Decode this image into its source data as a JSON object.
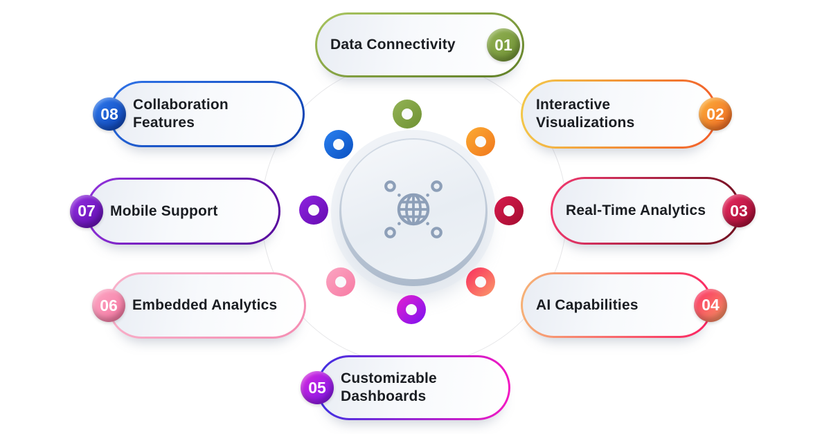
{
  "figure": {
    "type": "hub-and-spoke-infographic",
    "center_icon": "globe-network-icon",
    "center_icon_color": "#8d9fb8",
    "ring_color": "#e6e6e8"
  },
  "items": [
    {
      "number": "01",
      "label": "Data Connectivity",
      "accent": "#7d9c3a",
      "border": [
        "#a9c55f",
        "#5f7e26"
      ],
      "badge": [
        "#95b457",
        "#6c8e30"
      ],
      "dot": [
        "#93b356",
        "#6f9133"
      ]
    },
    {
      "number": "02",
      "label": "Interactive Visualizations",
      "accent": "#f1731f",
      "border": [
        "#f3ca4a",
        "#f25c28"
      ],
      "badge": [
        "#fcb23a",
        "#ef6423"
      ],
      "dot": [
        "#fcab33",
        "#f0771d"
      ]
    },
    {
      "number": "03",
      "label": "Real-Time Analytics",
      "accent": "#b80e36",
      "border": [
        "#f43a70",
        "#6e0f1e"
      ],
      "badge": [
        "#ee2d64",
        "#97082b"
      ],
      "dot": [
        "#d81b4e",
        "#a30c30"
      ]
    },
    {
      "number": "04",
      "label": "AI Capabilities",
      "accent": "#f9315f",
      "border": [
        "#f6b577",
        "#fa2062"
      ],
      "badge": [
        "#fa2f67",
        "#f89a60"
      ],
      "dot": [
        "#f92d5e",
        "#fa9a6a"
      ]
    },
    {
      "number": "05",
      "label": "Customizable Dashboards",
      "accent": "#b21ad6",
      "border": [
        "#3c2fe2",
        "#f318c2"
      ],
      "badge": [
        "#d829dd",
        "#7b15ea"
      ],
      "dot": [
        "#e51fd0",
        "#7a12f0"
      ]
    },
    {
      "number": "06",
      "label": "Embedded Analytics",
      "accent": "#f584ab",
      "border": [
        "#f8b3cb",
        "#f58cb2"
      ],
      "badge": [
        "#fba9c5",
        "#f6739f"
      ],
      "dot": [
        "#fba5c2",
        "#f77aa3"
      ]
    },
    {
      "number": "07",
      "label": "Mobile Support",
      "accent": "#7a15c4",
      "border": [
        "#9132dc",
        "#55089a"
      ],
      "badge": [
        "#9431e0",
        "#5f0bb0"
      ],
      "dot": [
        "#8e24e0",
        "#650bb0"
      ]
    },
    {
      "number": "08",
      "label": "Collaboration Features",
      "accent": "#1b5fd6",
      "border": [
        "#2f73e8",
        "#0a3cab"
      ],
      "badge": [
        "#2f7bf0",
        "#0b3fb0"
      ],
      "dot": [
        "#2a80f0",
        "#0b50c0"
      ]
    }
  ]
}
